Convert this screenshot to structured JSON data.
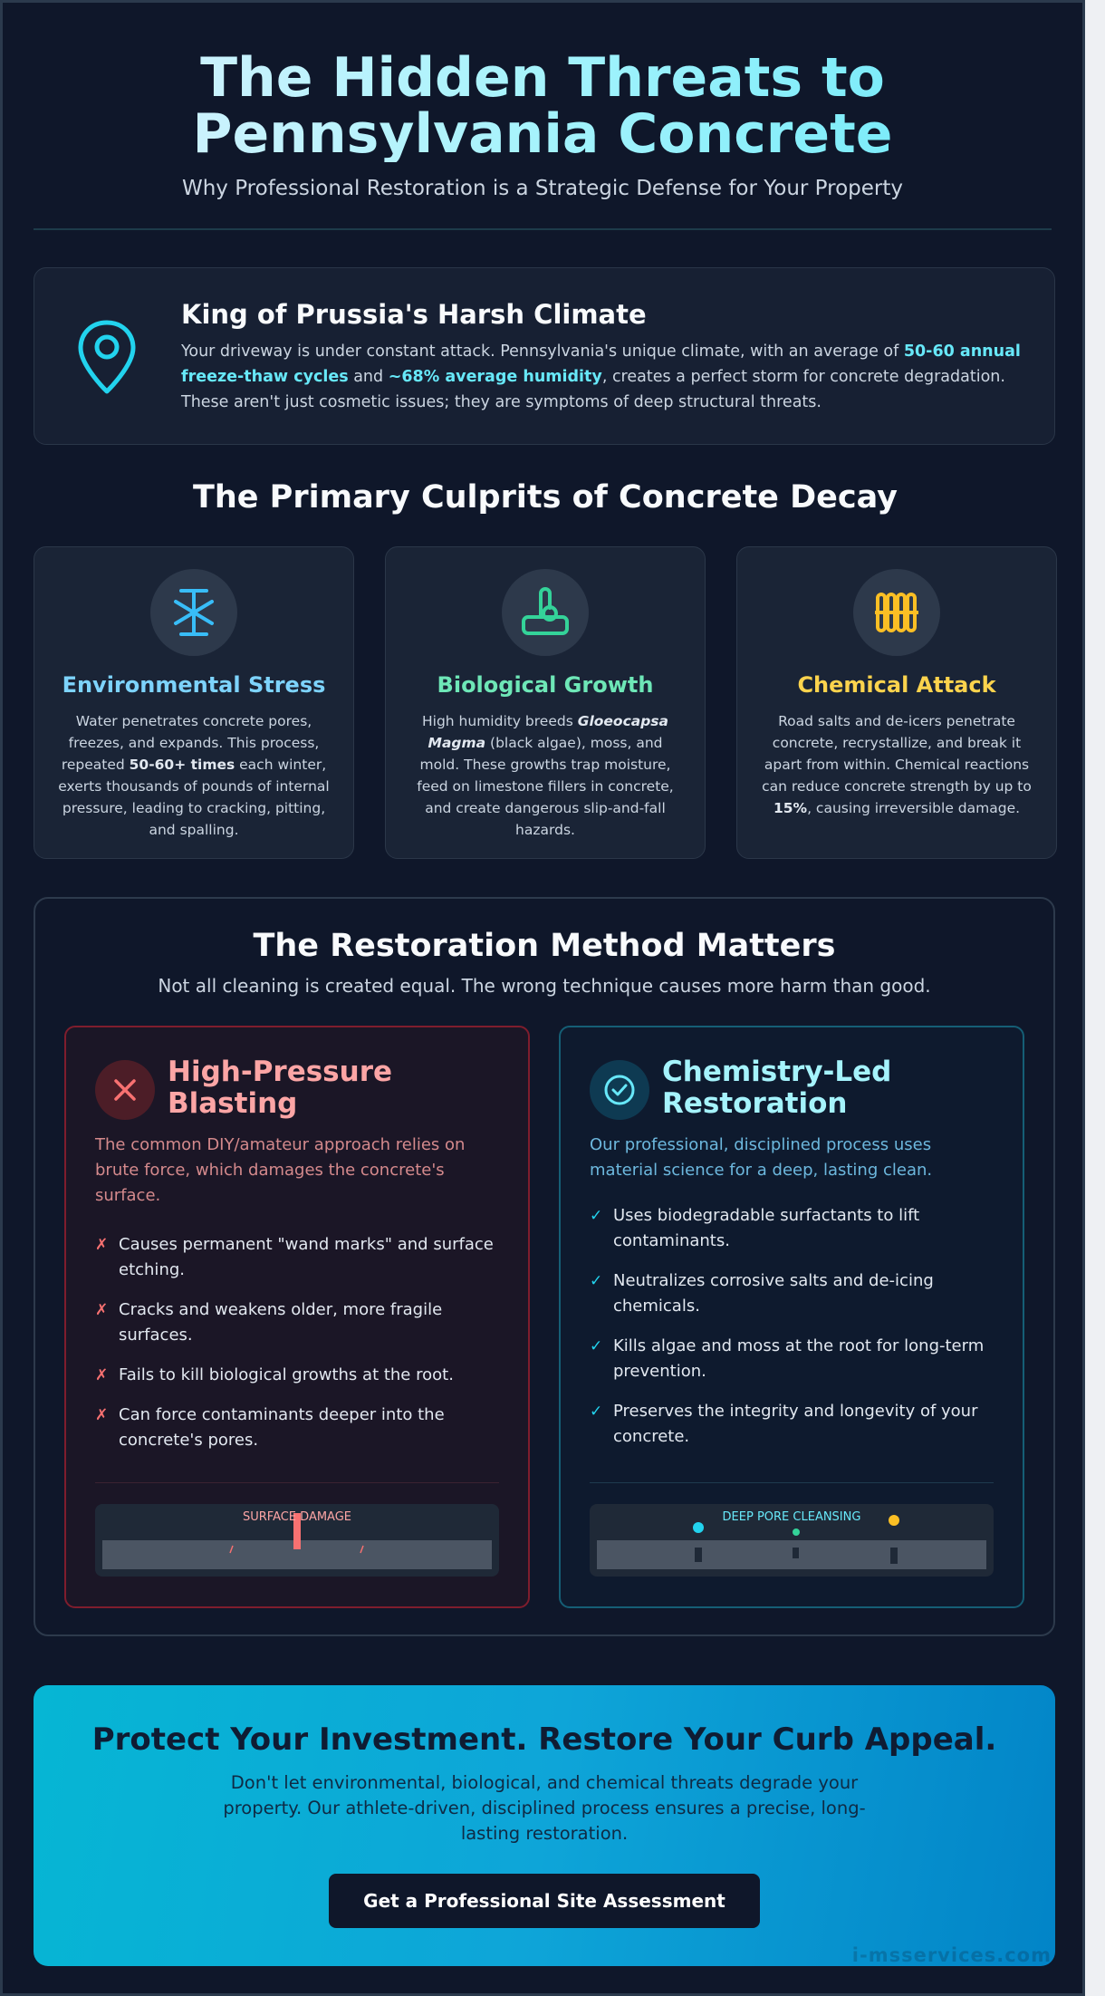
{
  "header": {
    "title_line1": "The Hidden Threats to",
    "title_line2": "Pennsylvania Concrete",
    "subtitle": "Why Professional Restoration is a Strategic Defense for Your Property"
  },
  "climate": {
    "icon": "map-pin-icon",
    "title": "King of Prussia's Harsh Climate",
    "text_1": "Your driveway is under constant attack. Pennsylvania's unique climate, with an average of ",
    "highlight_1": "50-60 annual freeze-thaw cycles",
    "text_2": " and ",
    "highlight_2": "~68% average humidity",
    "text_3": ", creates a perfect storm for concrete degradation. These aren't just cosmetic issues; they are symptoms of deep structural threats."
  },
  "culprits": {
    "title": "The Primary Culprits of Concrete Decay",
    "cards": [
      {
        "icon": "snowflake-icon",
        "title": "Environmental Stress",
        "color": "#7dd3fc",
        "text_1": "Water penetrates concrete pores, freezes, and expands. This process, repeated ",
        "bold": "50-60+ times",
        "text_2": " each winter, exerts thousands of pounds of internal pressure, leading to cracking, pitting, and spalling."
      },
      {
        "icon": "bacteria-icon",
        "title": "Biological Growth",
        "color": "#6ee7b7",
        "text_1": "High humidity breeds ",
        "bold": "Gloeocapsa Magma",
        "text_2": " (black algae), moss, and mold. These growths trap moisture, feed on limestone fillers in concrete, and create dangerous slip-and-fall hazards."
      },
      {
        "icon": "radiator-icon",
        "title": "Chemical Attack",
        "color": "#fcd34d",
        "text_1": "Road salts and de-icers penetrate concrete, recrystallize, and break it apart from within. Chemical reactions can reduce concrete strength by up to ",
        "bold": "15%",
        "text_2": ", causing irreversible damage."
      }
    ]
  },
  "method": {
    "title": "The Restoration Method Matters",
    "subtitle": "Not all cleaning is created equal. The wrong technique causes more harm than good.",
    "bad": {
      "icon": "x-icon",
      "title": "High-Pressure Blasting",
      "lead": "The common DIY/amateur approach relies on brute force, which damages the concrete's surface.",
      "mark": "✗",
      "items": [
        "Causes permanent \"wand marks\" and surface etching.",
        "Cracks and weakens older, more fragile surfaces.",
        "Fails to kill biological growths at the root.",
        "Can force contaminants deeper into the concrete's pores."
      ],
      "viz_label": "SURFACE DAMAGE"
    },
    "good": {
      "icon": "check-circle-icon",
      "title": "Chemistry-Led Restoration",
      "lead": "Our professional, disciplined process uses material science for a deep, lasting clean.",
      "mark": "✓",
      "items": [
        "Uses biodegradable surfactants to lift contaminants.",
        "Neutralizes corrosive salts and de-icing chemicals.",
        "Kills algae and moss at the root for long-term prevention.",
        "Preserves the integrity and longevity of your concrete."
      ],
      "viz_label": "DEEP PORE CLEANSING"
    }
  },
  "cta": {
    "title": "Protect Your Investment. Restore Your Curb Appeal.",
    "text": "Don't let environmental, biological, and chemical threats degrade your property. Our athlete-driven, disciplined process ensures a precise, long-lasting restoration.",
    "button": "Get a Professional Site Assessment",
    "watermark": "i-msservices.com"
  }
}
